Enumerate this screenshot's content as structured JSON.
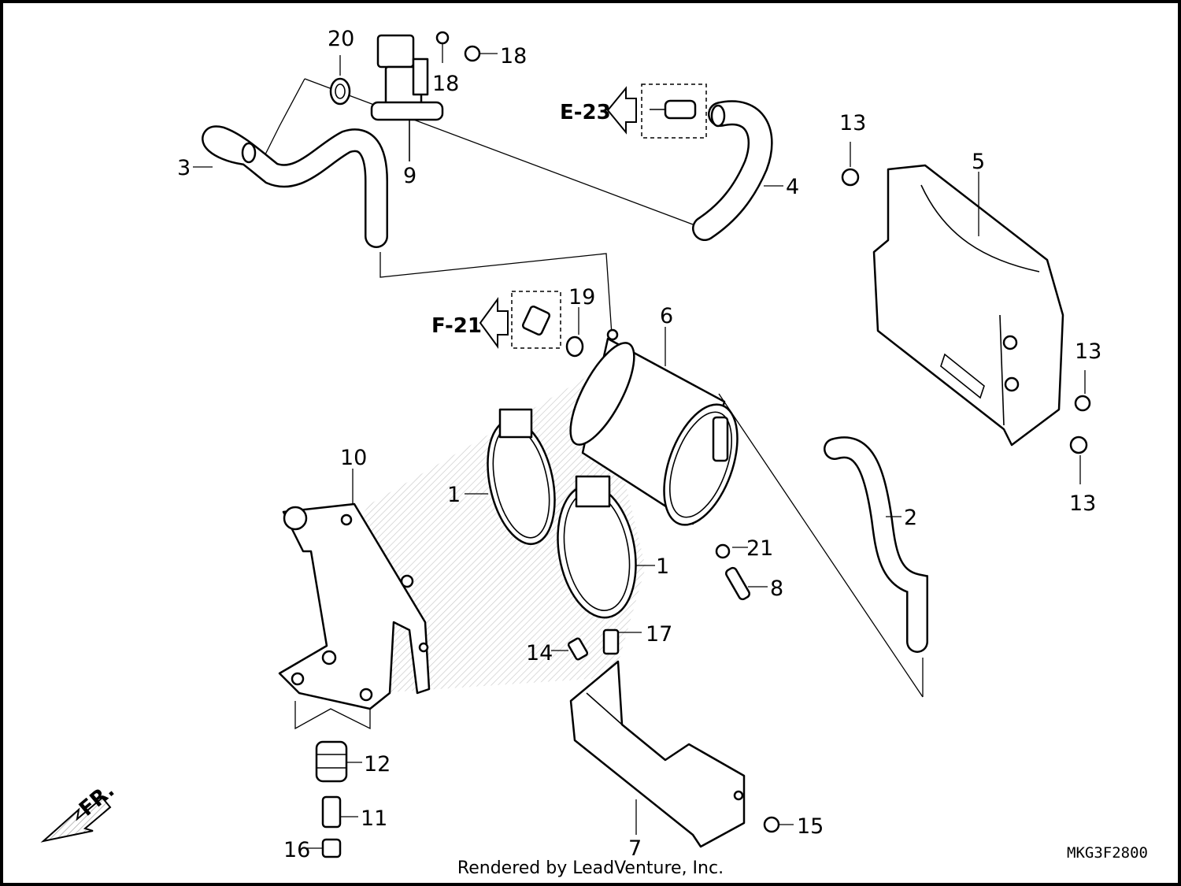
{
  "callouts": {
    "c1a": "1",
    "c1b": "1",
    "c2": "2",
    "c3": "3",
    "c4": "4",
    "c5": "5",
    "c6": "6",
    "c7": "7",
    "c8": "8",
    "c9": "9",
    "c10": "10",
    "c11": "11",
    "c12": "12",
    "c13a": "13",
    "c13b": "13",
    "c13c": "13",
    "c14": "14",
    "c15": "15",
    "c16": "16",
    "c17": "17",
    "c18a": "18",
    "c18b": "18",
    "c19": "19",
    "c20": "20",
    "c21": "21"
  },
  "refs": {
    "e23": "E-23",
    "f21": "F-21"
  },
  "direction": {
    "fr": "FR."
  },
  "diagram_code": "MKG3F2800",
  "footer": "Rendered by LeadVenture, Inc."
}
